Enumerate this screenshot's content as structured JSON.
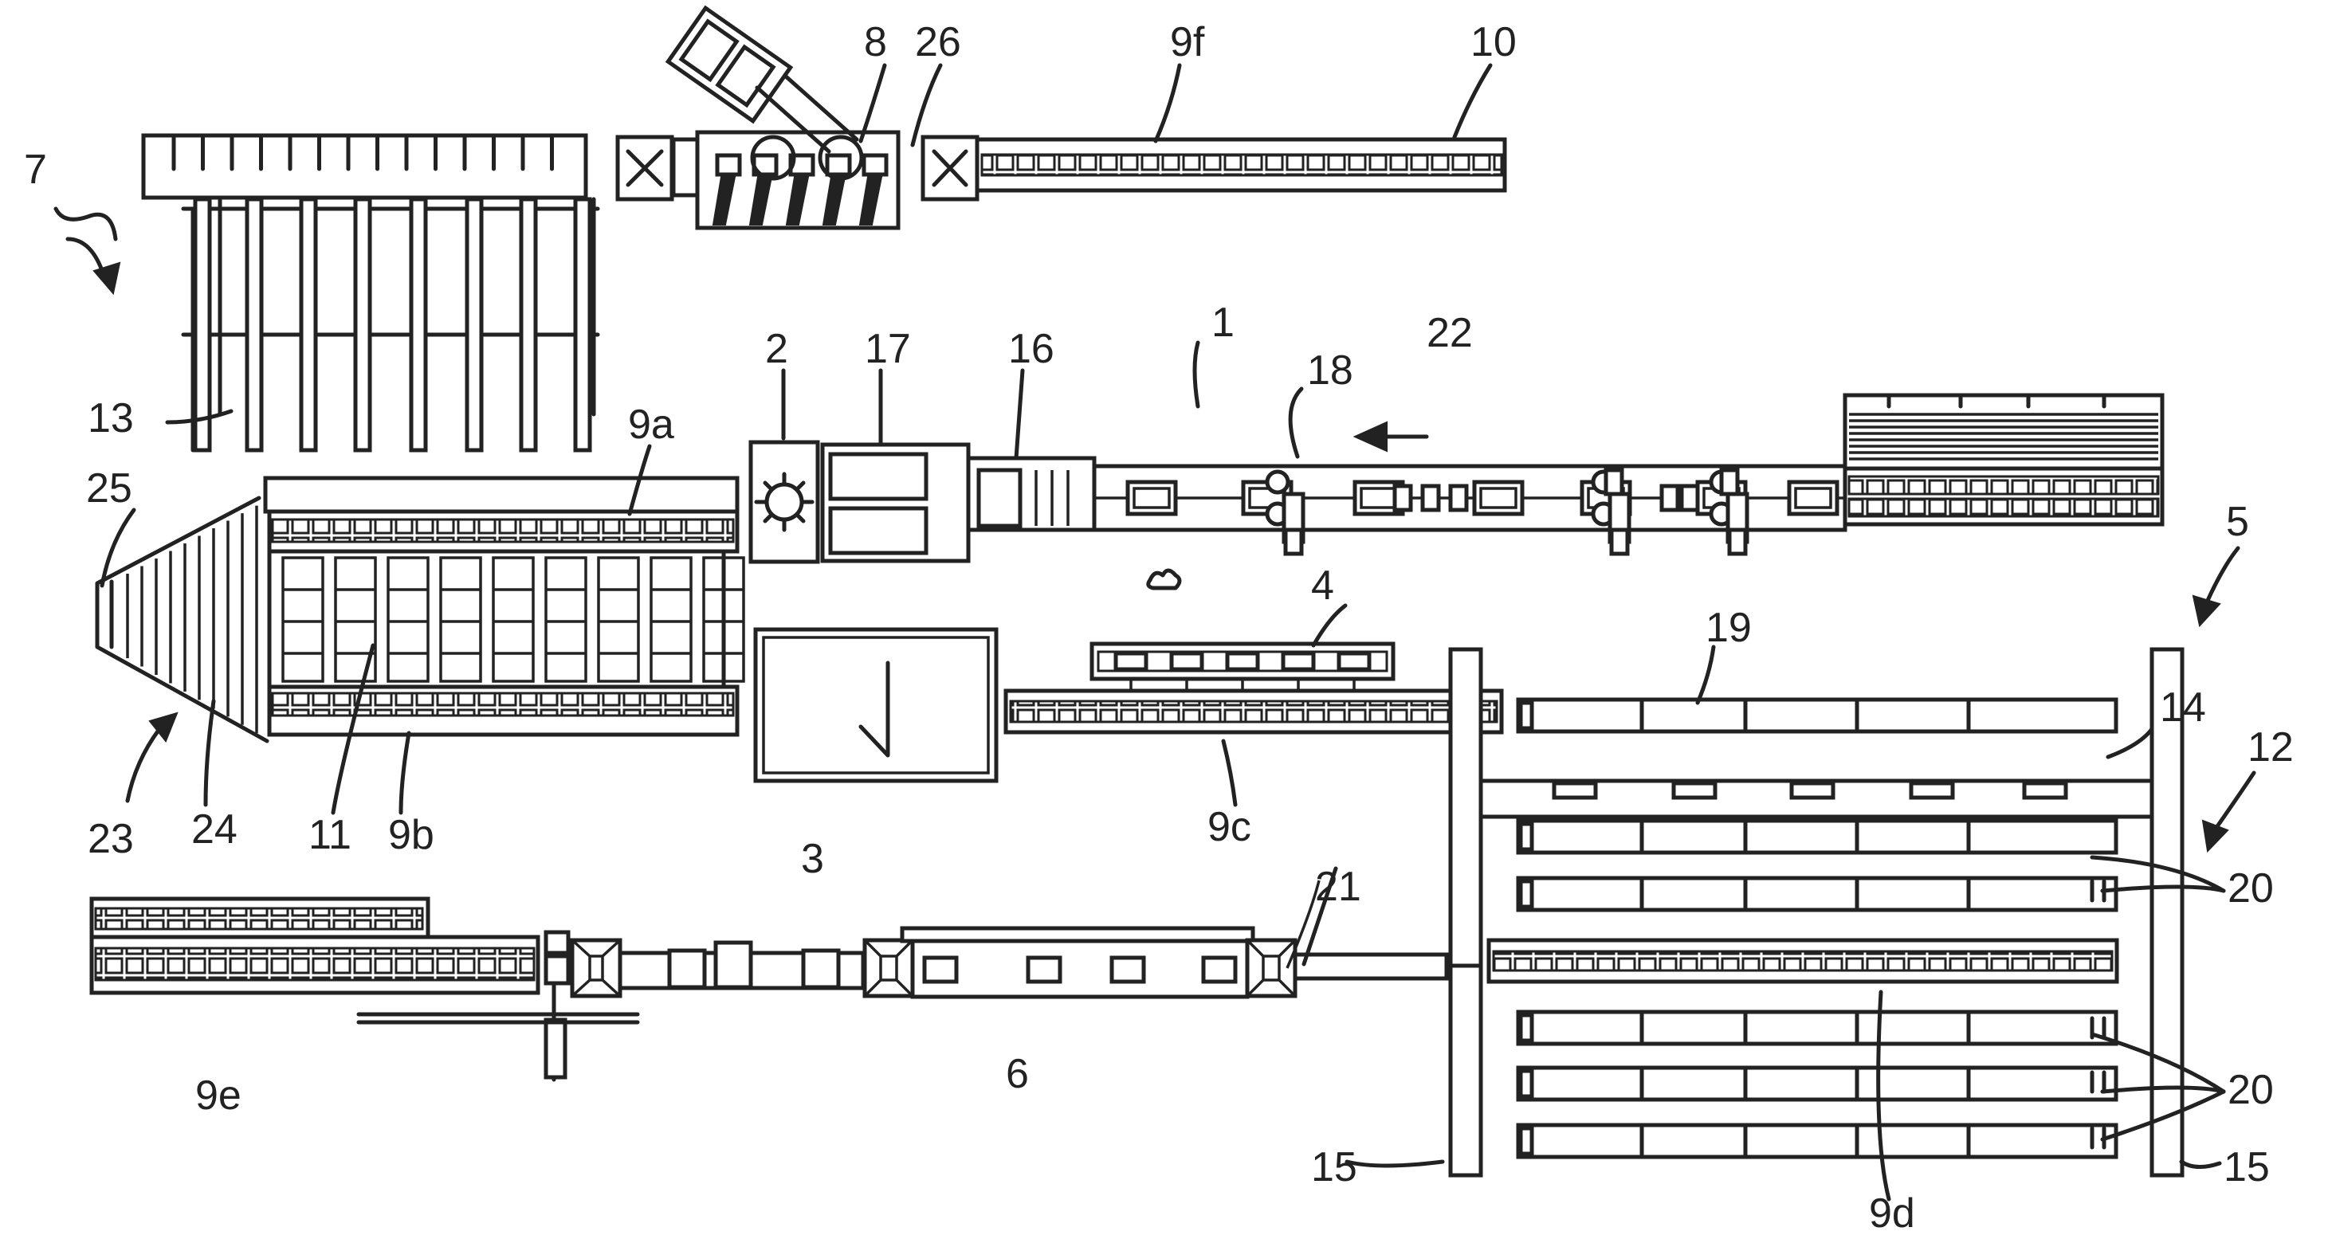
{
  "figure": {
    "labels": {
      "l1": "1",
      "l2": "2",
      "l3": "3",
      "l4": "4",
      "l5": "5",
      "l6": "6",
      "l7": "7",
      "l8": "8",
      "l9a": "9a",
      "l9b": "9b",
      "l9c": "9c",
      "l9d": "9d",
      "l9e": "9e",
      "l9f": "9f",
      "l10": "10",
      "l11": "11",
      "l12": "12",
      "l13": "13",
      "l14": "14",
      "l15a": "15",
      "l15b": "15",
      "l16": "16",
      "l17": "17",
      "l18": "18",
      "l19": "19",
      "l20a": "20",
      "l20b": "20",
      "l21": "21",
      "l22": "22",
      "l23": "23",
      "l24": "24",
      "l25": "25",
      "l26": "26"
    }
  }
}
